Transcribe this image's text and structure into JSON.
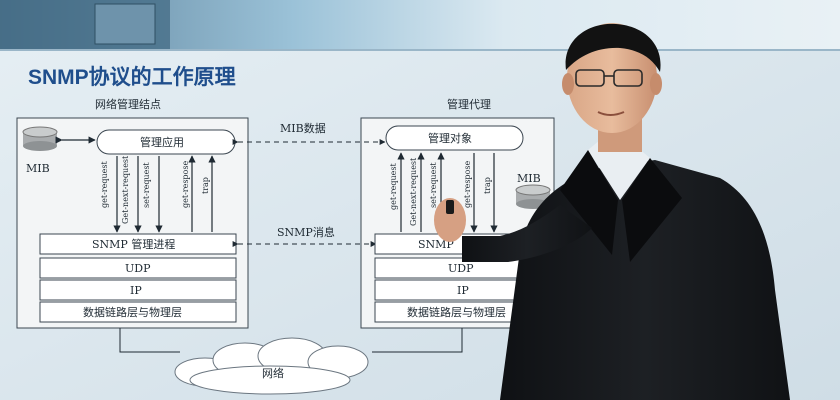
{
  "slide": {
    "title": "SNMP协议的工作原理",
    "left_node_label": "网络管理结点",
    "right_node_label": "管理代理",
    "network_label": "网络",
    "mib_data_label": "MIB数据",
    "snmp_msg_label": "SNMP消息"
  },
  "left_stack": {
    "mib_label": "MIB",
    "app_label": "管理应用",
    "layers": [
      "SNMP 管理进程",
      "UDP",
      "IP",
      "数据链路层与物理层"
    ],
    "ops": [
      "get-request",
      "Get-next-request",
      "set-request",
      "get-respose",
      "trap"
    ]
  },
  "right_stack": {
    "mib_label": "MIB",
    "app_label": "管理对象",
    "layers": [
      "SNMP",
      "UDP",
      "IP",
      "数据链路层与物理层"
    ],
    "ops": [
      "get-request",
      "Get-next-request",
      "set-request",
      "get-respose",
      "trap"
    ]
  },
  "colors": {
    "slide_bg": "#dfeaf0",
    "title": "#1f4e8c",
    "suit": "#17191c",
    "shirt": "#e9eef2"
  }
}
